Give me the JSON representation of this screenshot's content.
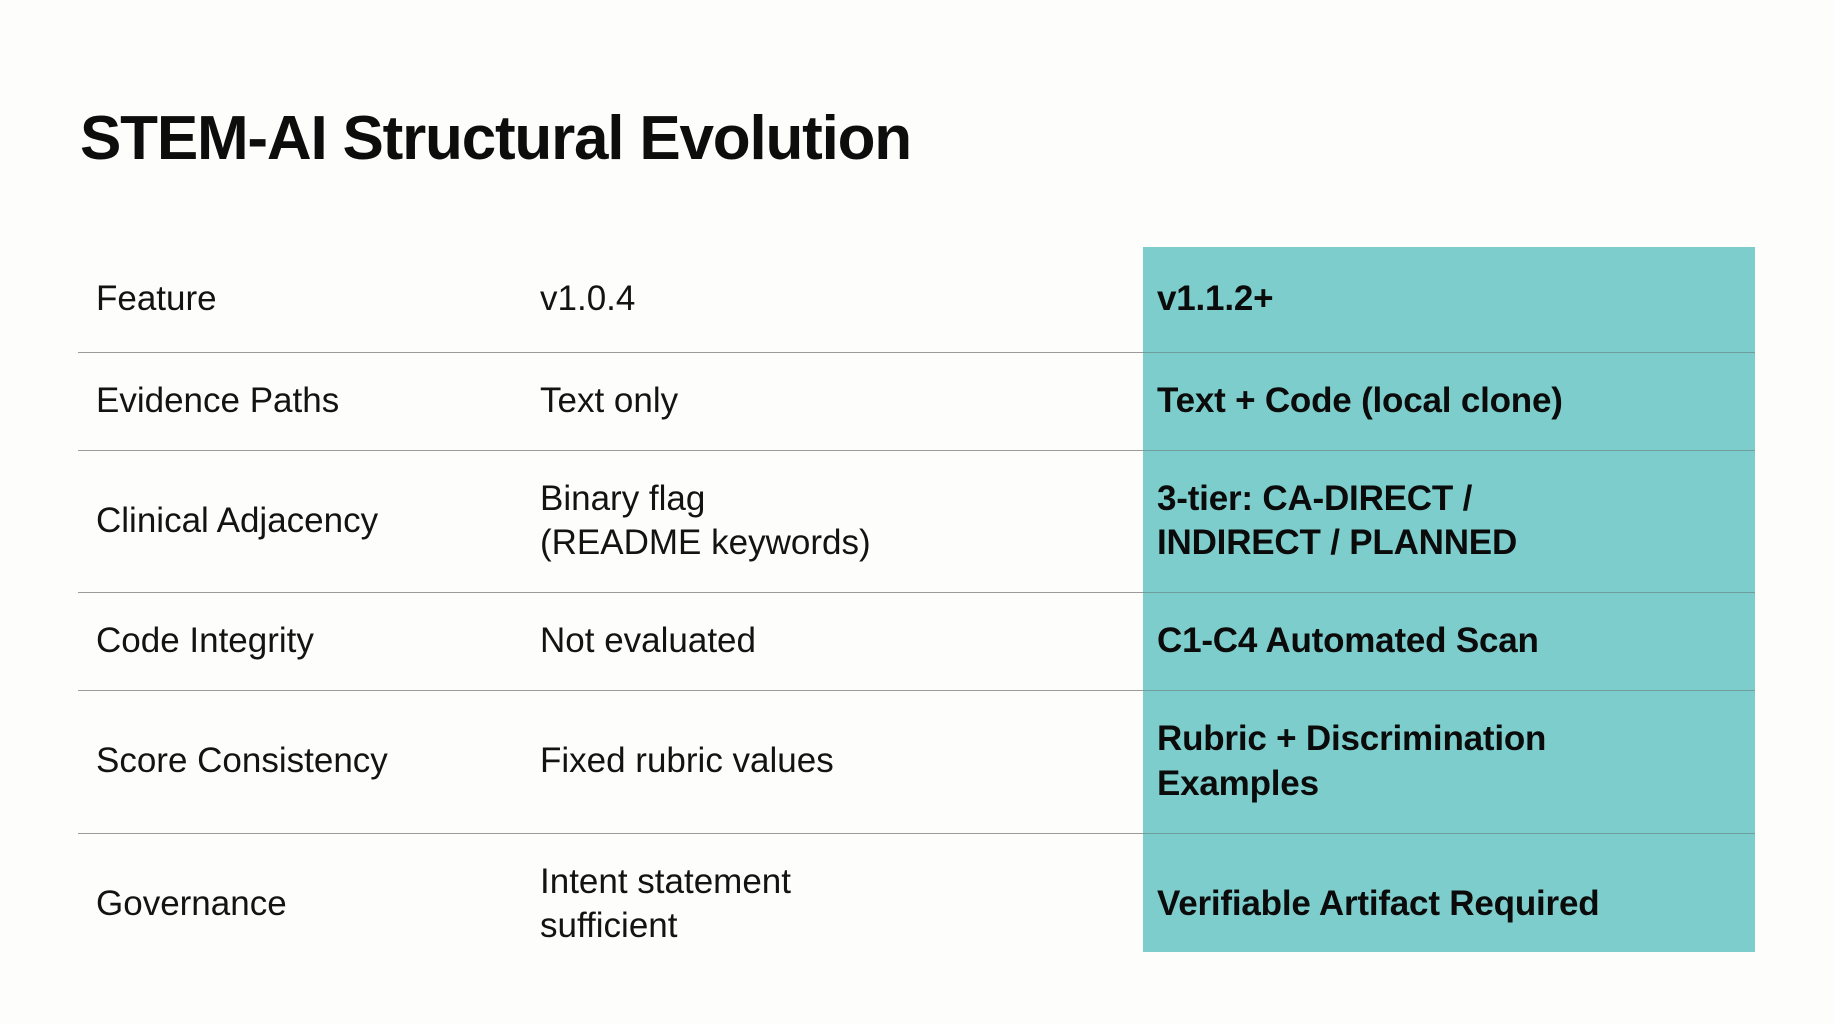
{
  "slide": {
    "title": "STEM-AI Structural Evolution",
    "background_color": "#fdfdfb",
    "highlight_color": "#7ccdcb",
    "divider_color": "#9b9b9b"
  },
  "table": {
    "columns": [
      {
        "key": "feature",
        "header": "Feature",
        "highlighted": false
      },
      {
        "key": "old",
        "header": "v1.0.4",
        "highlighted": false
      },
      {
        "key": "new",
        "header": "v1.1.2+",
        "highlighted": true
      }
    ],
    "rows": [
      {
        "feature": "Evidence Paths",
        "old_line1": "Text only",
        "old_line2": "",
        "new_line1": "Text + Code (local clone)",
        "new_line2": ""
      },
      {
        "feature": "Clinical Adjacency",
        "old_line1": "Binary flag",
        "old_line2": "(README keywords)",
        "new_line1": "3-tier: CA-DIRECT /",
        "new_line2": "INDIRECT / PLANNED"
      },
      {
        "feature": "Code Integrity",
        "old_line1": "Not evaluated",
        "old_line2": "",
        "new_line1": "C1-C4 Automated Scan",
        "new_line2": ""
      },
      {
        "feature": "Score Consistency",
        "old_line1": "Fixed rubric values",
        "old_line2": "",
        "new_line1": "Rubric + Discrimination",
        "new_line2": "Examples"
      },
      {
        "feature": "Governance",
        "old_line1": "Intent statement",
        "old_line2": "sufficient",
        "new_line1": "Verifiable Artifact Required",
        "new_line2": ""
      }
    ]
  }
}
